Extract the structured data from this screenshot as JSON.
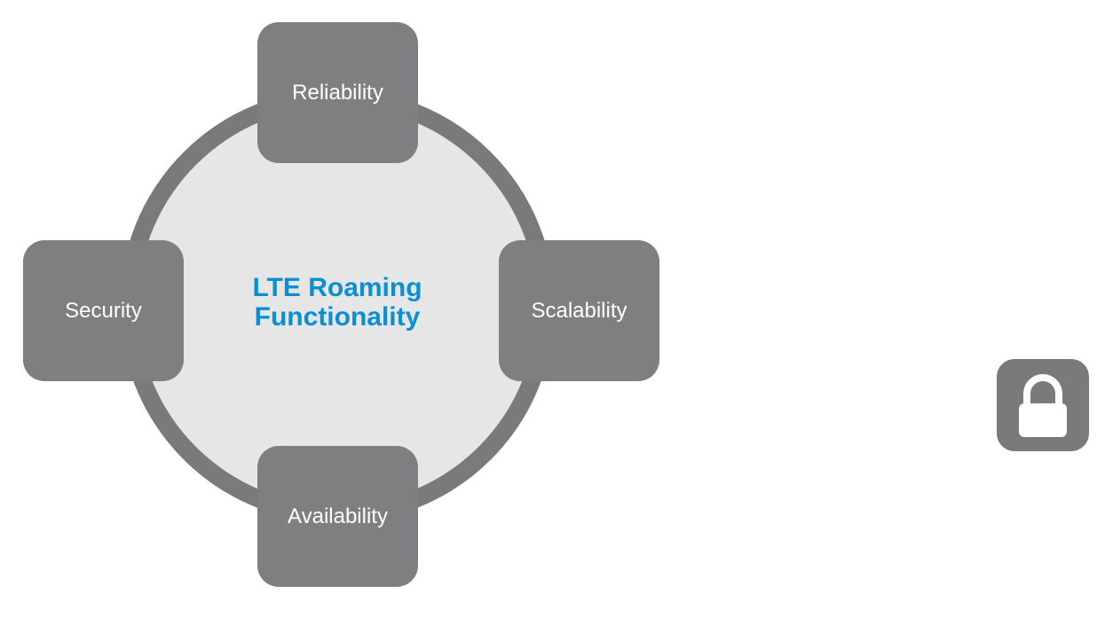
{
  "diagram": {
    "center_title_line1": "LTE Roaming",
    "center_title_line2": "Functionality",
    "nodes": {
      "top": "Reliability",
      "left": "Security",
      "right": "Scalability",
      "bottom": "Availability"
    },
    "colors": {
      "ring": "#7a7a7c",
      "circle_fill": "#e6e6e7",
      "node_fill": "#7f7f81",
      "title": "#0a8fd6"
    },
    "icons": {
      "lock": "lock-icon"
    }
  }
}
